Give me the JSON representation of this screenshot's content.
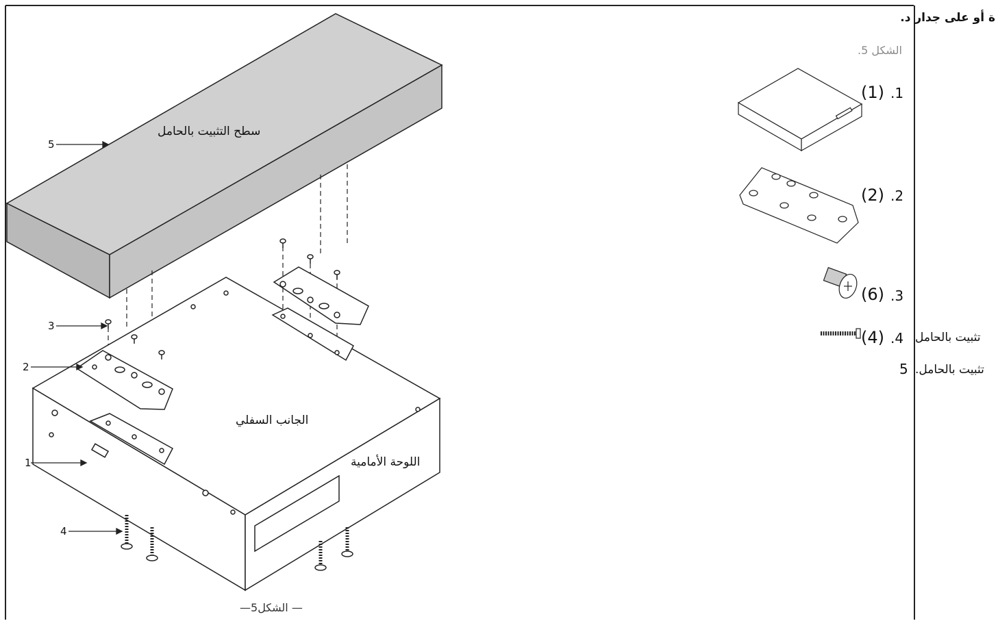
{
  "heading": "ة أو على جدار د.",
  "figure_ref": "الشكل 5.",
  "parts": [
    {
      "index": ".1",
      "label": "(1)"
    },
    {
      "index": ".2",
      "label": "(2)"
    },
    {
      "index": ".3",
      "label": "(6)"
    },
    {
      "index": ".4",
      "label": "(4)",
      "desc": "تثبيت بالحامل"
    },
    {
      "index": "5",
      "desc": "تثبيت بالحامل."
    }
  ],
  "diagram": {
    "labels": {
      "mount_surface": "سطح التثبيت بالحامل",
      "bottom_side": "الجانب السفلي",
      "front_panel": "اللوحة الأمامية"
    },
    "callouts": [
      "5",
      "3",
      "2",
      "1",
      "4"
    ],
    "caption": "—5الشكل —"
  }
}
